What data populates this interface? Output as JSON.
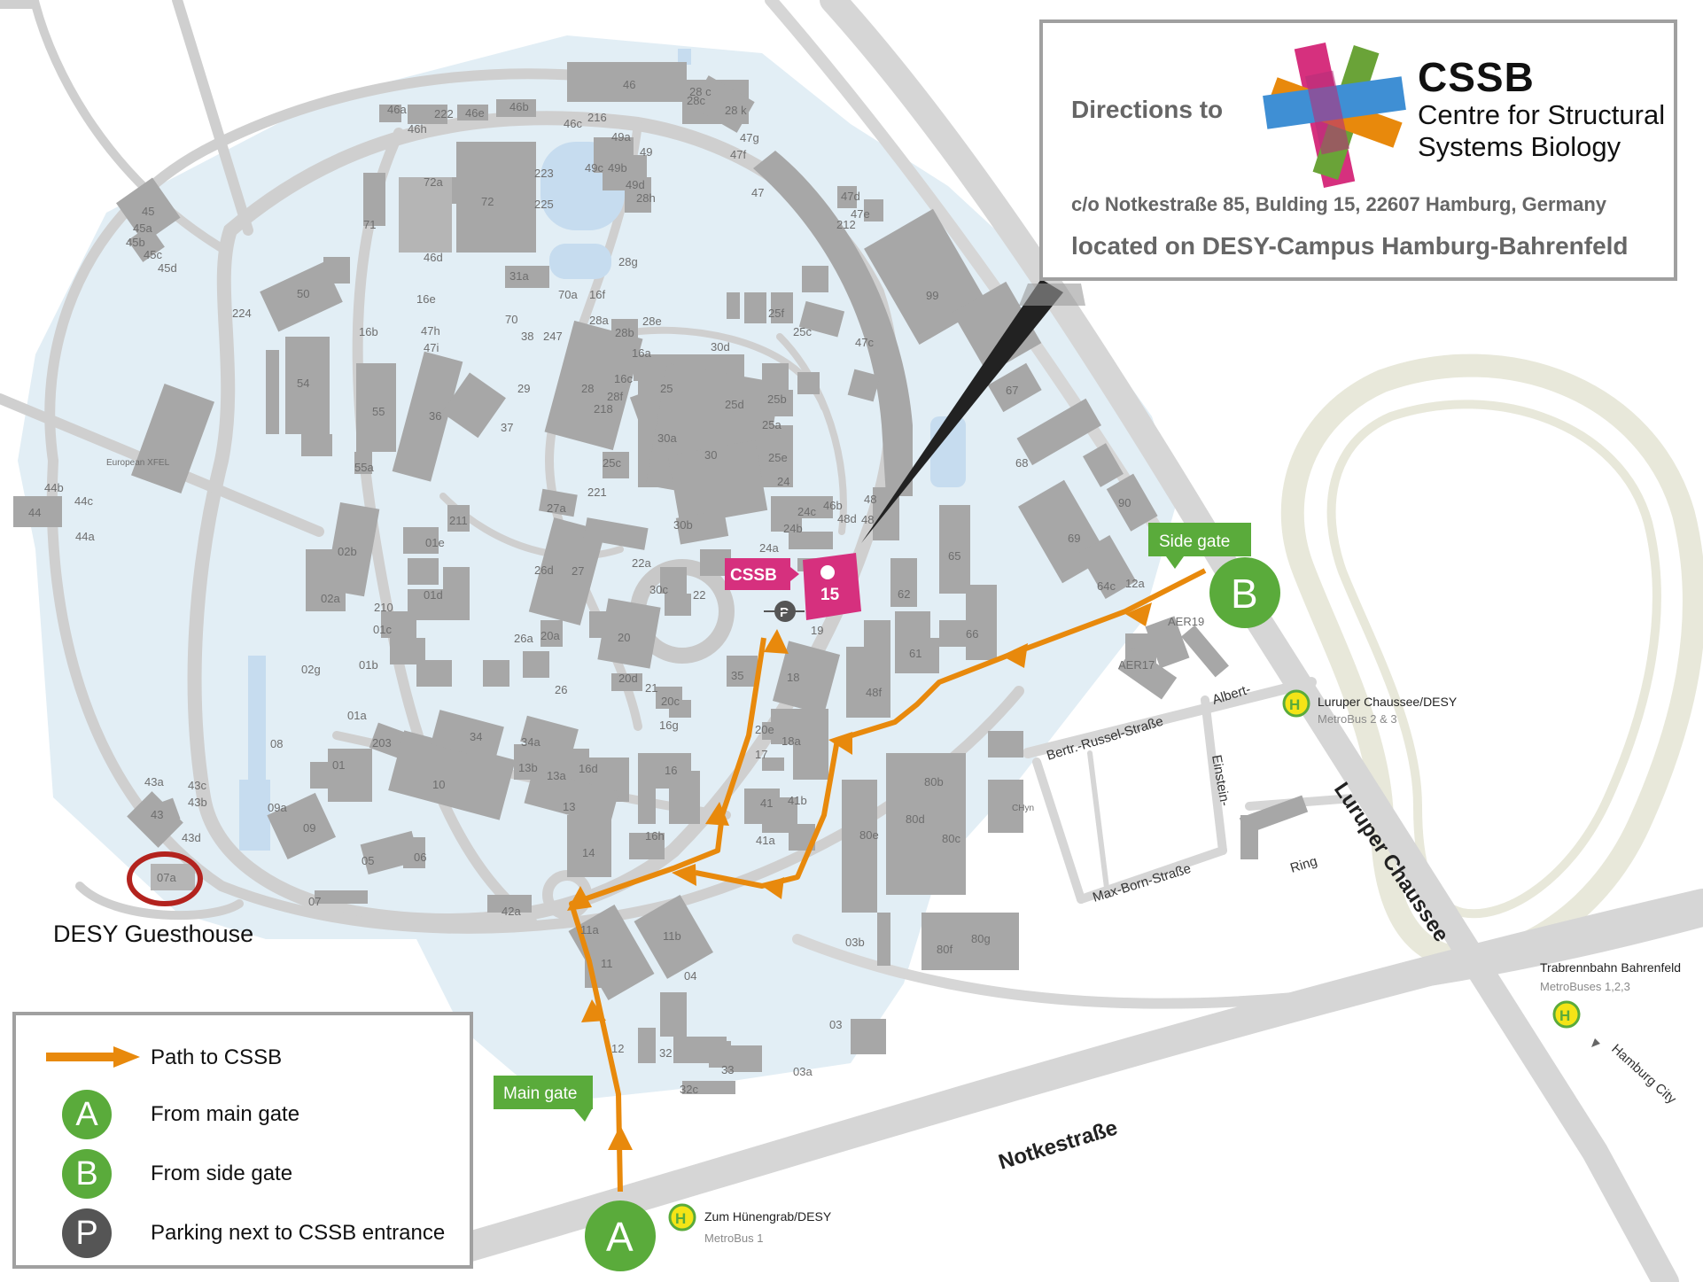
{
  "header": {
    "directions_to": "Directions to",
    "title": "CSSB",
    "subtitle_line1": "Centre for Structural",
    "subtitle_line2": "Systems Biology",
    "address": "c/o Notkestraße 85, Bulding 15, 22607 Hamburg, Germany",
    "campus": "located on DESY-Campus Hamburg-Bahrenfeld"
  },
  "legend": {
    "path_label": "Path to CSSB",
    "gate_a_letter": "A",
    "gate_a_label": "From main gate",
    "gate_b_letter": "B",
    "gate_b_label": "From side gate",
    "parking_letter": "P",
    "parking_label": "Parking next to CSSB entrance"
  },
  "map": {
    "gates": {
      "main": "Main gate",
      "side": "Side gate",
      "a": "A",
      "b": "B"
    },
    "target": {
      "tag": "CSSB",
      "building": "15",
      "parking": "P"
    },
    "guesthouse": "DESY Guesthouse",
    "streets": {
      "notkestrasse": "Notkestraße",
      "luruper": "Luruper Chaussee",
      "bertr": "Bertr.-Russel-Straße",
      "albert": "Albert-",
      "einstein": "Einstein-",
      "ring": "Ring",
      "maxborn": "Max-Born-Straße",
      "hamburg_city": "Hamburg City"
    },
    "stops": [
      {
        "name": "Luruper Chaussee/DESY",
        "lines": "MetroBus 2 & 3"
      },
      {
        "name": "Trabrennbahn Bahrenfeld",
        "lines": "MetroBuses 1,2,3"
      },
      {
        "name": "Zum Hünengrab/DESY",
        "lines": "MetroBus 1"
      }
    ],
    "stop_letter": "H",
    "labels": {
      "b46": "46",
      "b46a": "46a",
      "b222": "222",
      "b46e": "46e",
      "b46b": "46b",
      "b46h": "46h",
      "b46c": "46c",
      "b216": "216",
      "b28c": "28 c",
      "b28c2": "28c",
      "b28k": "28 k",
      "b47g": "47g",
      "b47f": "47f",
      "b49a": "49a",
      "b49": "49",
      "b49c": "49c",
      "b49b": "49b",
      "b49d": "49d",
      "b28h": "28h",
      "b72a": "72a",
      "b72": "72",
      "b223": "223",
      "b225": "225",
      "b71": "71",
      "b46d": "46d",
      "b45": "45",
      "b45a": "45a",
      "b45b": "45b",
      "b45c": "45c",
      "b45d": "45d",
      "b50": "50",
      "b16e": "16e",
      "b224": "224",
      "b28g": "28g",
      "b31a": "31a",
      "b70a": "70a",
      "b16f": "16f",
      "b47": "47",
      "b47d": "47d",
      "b47e": "47e",
      "b212": "212",
      "b99": "99",
      "b16b": "16b",
      "b47h": "47h",
      "b47i": "47i",
      "b70": "70",
      "b38": "38",
      "b247": "247",
      "b28a": "28a",
      "b28b": "28b",
      "b28e": "28e",
      "b25f": "25f",
      "b25c": "25c",
      "b47c": "47c",
      "b30d": "30d",
      "b16a": "16a",
      "b54": "54",
      "b55": "55",
      "b36": "36",
      "b29": "29",
      "b37": "37",
      "b28": "28",
      "b16c": "16c",
      "b28f": "28f",
      "b218": "218",
      "b25": "25",
      "b25d": "25d",
      "b25b": "25b",
      "b25a": "25a",
      "b67": "67",
      "b30a": "30a",
      "b30": "30",
      "b25e": "25e",
      "b68": "68",
      "bxfel": "European XFEL",
      "b55a": "55a",
      "b25c2": "25c",
      "b24": "24",
      "b221": "221",
      "b44b": "44b",
      "b44c": "44c",
      "b44": "44",
      "b44a": "44a",
      "b27a": "27a",
      "b211": "211",
      "b24c": "24c",
      "b46b2": "46b",
      "b48": "48",
      "b48d": "48d",
      "b48b": "48",
      "b90": "90",
      "b30b": "30b",
      "b24b": "24b",
      "b24a": "24a",
      "b02b": "02b",
      "b01e": "01e",
      "b26d": "26d",
      "b27": "27",
      "b22a": "22a",
      "b65": "65",
      "b69": "69",
      "b12a": "12a",
      "b64c": "64c",
      "b02a": "02a",
      "b01d": "01d",
      "b210": "210",
      "b30c": "30c",
      "b22": "22",
      "b19": "19",
      "b62": "62",
      "baer19": "AER19",
      "b01c": "01c",
      "b26a": "26a",
      "b20a": "20a",
      "b20": "20",
      "b66": "66",
      "b61": "61",
      "baer17": "AER17",
      "b02g": "02g",
      "b01b": "01b",
      "b26": "26",
      "b20d": "20d",
      "b21": "21",
      "b35": "35",
      "b18": "18",
      "b20c": "20c",
      "b48f": "48f",
      "b01a": "01a",
      "b16g": "16g",
      "b20e": "20e",
      "b08": "08",
      "b203": "203",
      "b34": "34",
      "b34a": "34a",
      "b18a": "18a",
      "b17": "17",
      "b01": "01",
      "b13b": "13b",
      "b13a": "13a",
      "b16d": "16d",
      "b16": "16",
      "b80b": "80b",
      "b10": "10",
      "b43a": "43a",
      "b43c": "43c",
      "b43b": "43b",
      "b43": "43",
      "b09a": "09a",
      "b09": "09",
      "b13": "13",
      "b41": "41",
      "b41b": "41b",
      "bchyn": "CHyn",
      "b80d": "80d",
      "b43d": "43d",
      "b14": "14",
      "b16h": "16h",
      "b41a": "41a",
      "b80e": "80e",
      "b80c": "80c",
      "b05": "05",
      "b06": "06",
      "b07a": "07a",
      "b07": "07",
      "b42a": "42a",
      "b11a": "11a",
      "b11b": "11b",
      "b03b": "03b",
      "b80g": "80g",
      "b80f": "80f",
      "b11": "11",
      "b04": "04",
      "b03": "03",
      "b12": "12",
      "b32": "32",
      "b33": "33",
      "b03a": "03a",
      "b32c": "32c"
    }
  }
}
